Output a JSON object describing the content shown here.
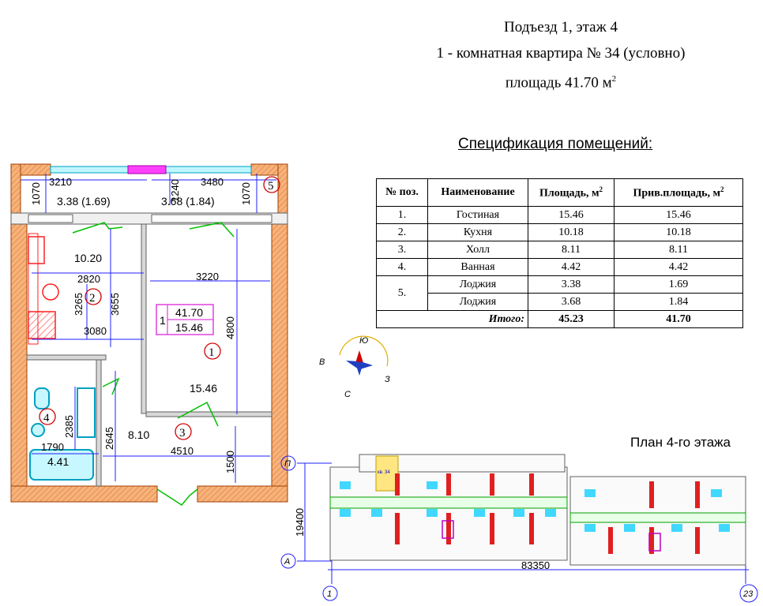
{
  "header": {
    "line1": "Подъезд 1, этаж 4",
    "line2": "1 - комнатная квартира № 34 (условно)",
    "line3": "площадь 41.70 м",
    "line3_sup": "2"
  },
  "spec": {
    "title": "Спецификация помещений:",
    "columns": [
      "№ поз.",
      "Наименование",
      "Площадь, м",
      "Прив.площадь, м"
    ],
    "column_sup": "2",
    "rows": [
      {
        "pos": "1.",
        "name": "Гостиная",
        "area": "15.46",
        "reduced": "15.46"
      },
      {
        "pos": "2.",
        "name": "Кухня",
        "area": "10.18",
        "reduced": "10.18"
      },
      {
        "pos": "3.",
        "name": "Холл",
        "area": "8.11",
        "reduced": "8.11"
      },
      {
        "pos": "4.",
        "name": "Ванная",
        "area": "4.42",
        "reduced": "4.42"
      },
      {
        "pos": "5.",
        "name": "Лоджия",
        "area": "3.38",
        "reduced": "1.69"
      },
      {
        "pos": "",
        "name": "Лоджия",
        "area": "3.68",
        "reduced": "1.84"
      }
    ],
    "total_label": "Итого:",
    "total_area": "45.23",
    "total_reduced": "41.70"
  },
  "plan": {
    "dims": {
      "d3210": "3210",
      "d3480": "3480",
      "d1070a": "1070",
      "d1070b": "1070",
      "d1240": "1240",
      "d2820": "2820",
      "d3220": "3220",
      "d3265": "3265",
      "d3655": "3655",
      "d4800": "4800",
      "d3080": "3080",
      "d2385": "2385",
      "d2645": "2645",
      "d1790": "1790",
      "d4510": "4510",
      "d1500": "1500"
    },
    "areas": {
      "loggia_a": "3.38 (1.69)",
      "loggia_b": "3.68 (1.84)",
      "kitchen": "10.20",
      "living": "15.46",
      "hall": "8.10",
      "bath": "4.41"
    },
    "room_numbers": [
      "1",
      "2",
      "3",
      "4",
      "5"
    ],
    "apt_box": {
      "index": "1",
      "total": "41.70",
      "living": "15.46"
    }
  },
  "compass": {
    "north": "Ю",
    "west": "В",
    "south": "С",
    "east": "З"
  },
  "floor_plan": {
    "title": "План 4-го этажа",
    "height_dim": "19400",
    "width_dim": "83350",
    "axis_a": "А",
    "axis_b": "П",
    "axis_1": "1",
    "axis_23": "23",
    "tiny_label": "кв. 34"
  }
}
